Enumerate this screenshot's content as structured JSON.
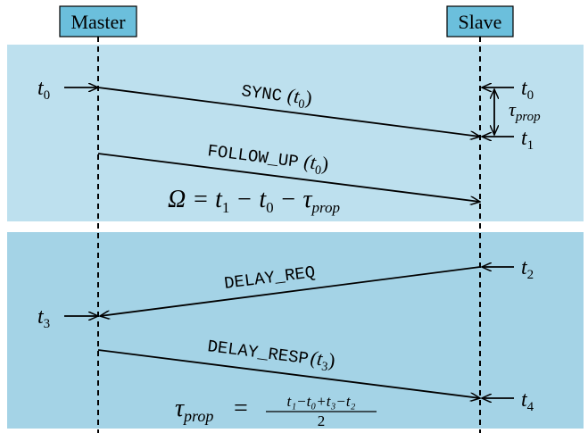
{
  "colors": {
    "band_top": "#bde0ee",
    "band_bottom": "#a4d3e6",
    "header_box": "#6bbfdc",
    "ink": "#000000"
  },
  "headers": {
    "master": "Master",
    "slave": "Slave"
  },
  "top_band": {
    "sync_msg": "SYNC",
    "sync_arg": "(t",
    "sync_sub": "0",
    "sync_close": ")",
    "follow_msg": "FOLLOW_UP",
    "follow_arg": "(t",
    "follow_sub": "0",
    "follow_close": ")",
    "t0_left": "t",
    "t0_left_sub": "0",
    "t0_right": "t",
    "t0_right_sub": "0",
    "t1_right": "t",
    "t1_right_sub": "1",
    "tau_symbol": "τ",
    "tau_sub": "prop",
    "omega_lhs": "Ω = t",
    "omega_s1": "1",
    "omega_mid": " − t",
    "omega_s2": "0",
    "omega_mid2": " − τ",
    "omega_s3": "prop"
  },
  "bottom_band": {
    "delay_req": "DELAY_REQ",
    "delay_resp_msg": "DELAY_RESP",
    "delay_resp_arg": "(t",
    "delay_resp_sub": "3",
    "delay_resp_close": ")",
    "t2_right": "t",
    "t2_right_sub": "2",
    "t3_left": "t",
    "t3_left_sub": "3",
    "t4_right": "t",
    "t4_right_sub": "4",
    "formula_lhs": "τ",
    "formula_lhs_sub": "prop",
    "formula_eq": "=",
    "formula_num": "t₁−t₀+t₃−t₂",
    "formula_den": "2"
  }
}
